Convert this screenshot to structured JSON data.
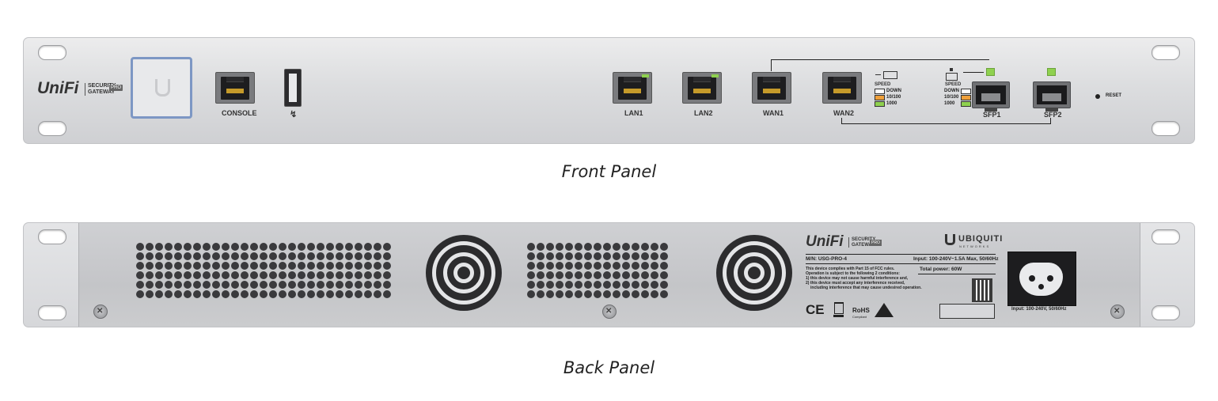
{
  "captions": {
    "front": "Front Panel",
    "back": "Back Panel"
  },
  "front": {
    "brand": "UniFi",
    "brand_sub_1": "SECURITY",
    "brand_sub_2": "GATEWAY",
    "brand_badge": "PRO",
    "ports": {
      "console": "CONSOLE",
      "usb_icon": "↯",
      "lan1": "LAN1",
      "lan2": "LAN2",
      "wan1": "WAN1",
      "wan2": "WAN2",
      "sfp1": "SFP1",
      "sfp2": "SFP2",
      "reset": "RESET"
    },
    "legend_left": {
      "title": "SPEED",
      "items": [
        "DOWN",
        "10/100",
        "1000"
      ]
    },
    "legend_right": {
      "title": "SPEED",
      "items": [
        "DOWN",
        "10/100",
        "1000"
      ]
    },
    "colors": {
      "led_green": "#8fd14f",
      "led_orange": "#f0a03a",
      "logo_frame": "#7d97c4"
    }
  },
  "back": {
    "brand": "UniFi",
    "brand_sub_1": "SECURITY",
    "brand_sub_2": "GATEWAY",
    "brand_badge": "PRO",
    "vendor": "UBIQUITI",
    "vendor_sub": "NETWORKS",
    "model": "M/N: USG-PRO-4",
    "input": "Input: 100-240V~1.5A Max, 50/60Hz",
    "power": "Total power: 60W",
    "fcc_1": "This device complies with Part 15 of FCC rules.",
    "fcc_2": "Operation is subject to the following 2 conditions:",
    "fcc_3": "1) this device may not cause harmful interference and,",
    "fcc_4": "2) this device must accept any interference received,",
    "fcc_5": "including interference that may cause undesired operation.",
    "cert_ce": "CE",
    "cert_rohs": "RoHS",
    "cert_rohs_sub": "Compliant",
    "power_input": "Input: 100-240V, 50/60Hz"
  }
}
